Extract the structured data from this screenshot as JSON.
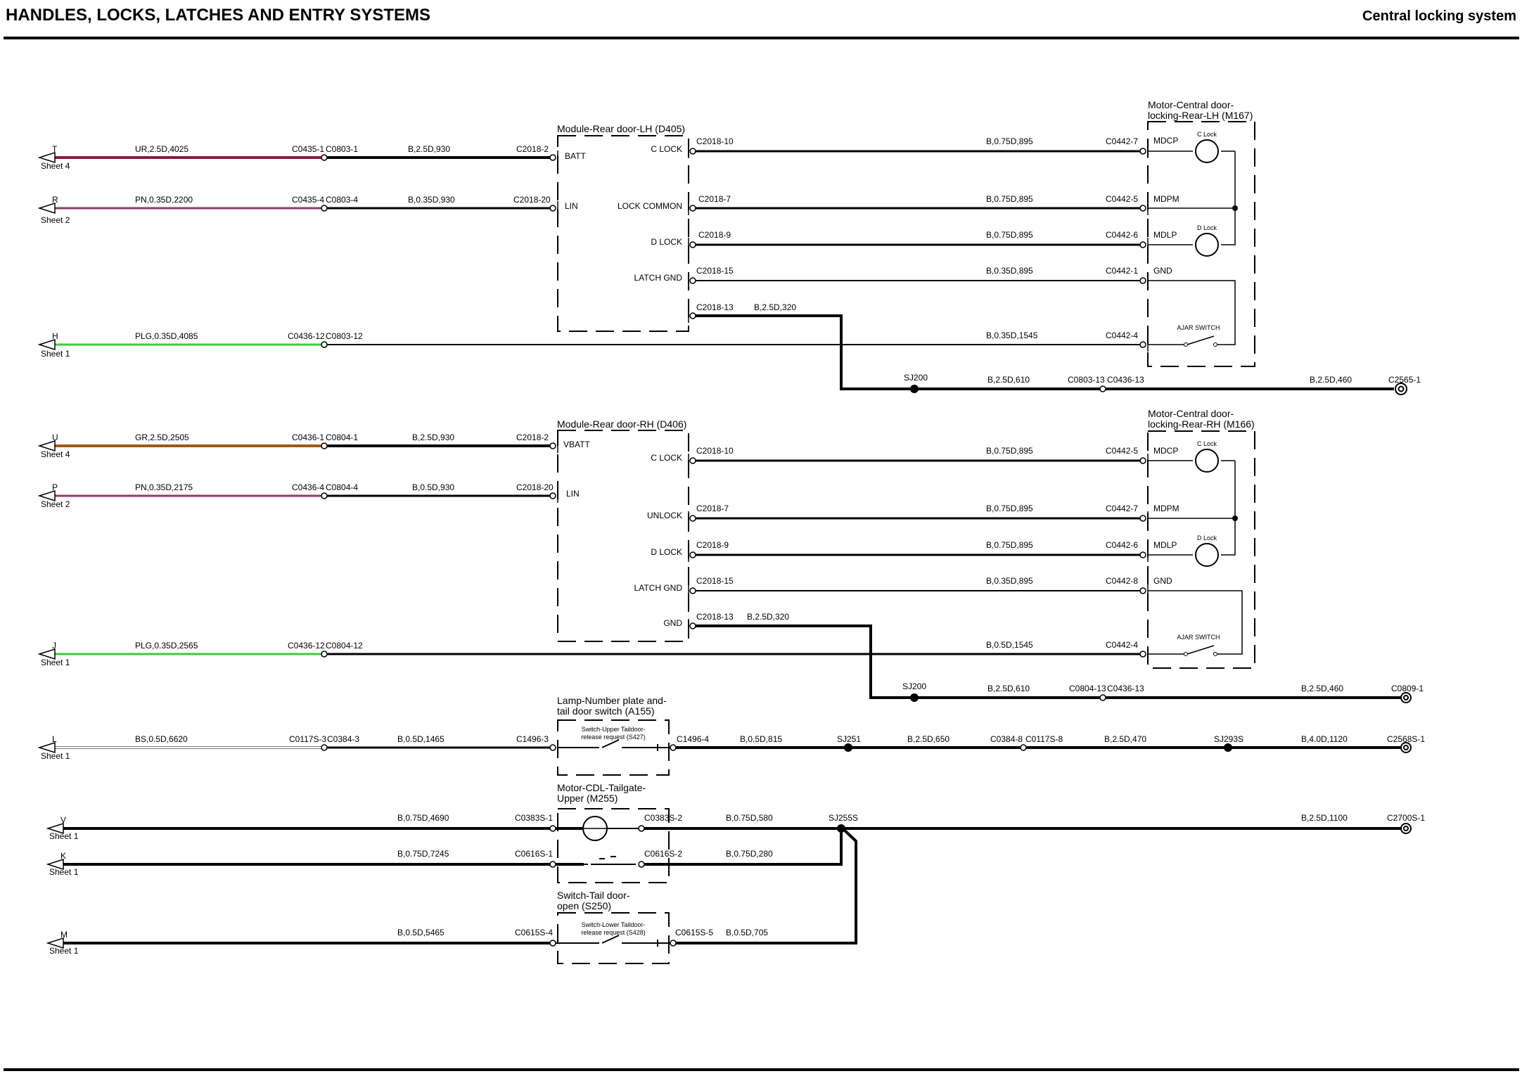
{
  "header": {
    "section_title": "HANDLES, LOCKS, LATCHES AND ENTRY SYSTEMS",
    "page_title": "Central locking system"
  },
  "colors": {
    "wire_UR": "#8b1a3c",
    "wire_PN": "#8e3a6e",
    "wire_PLG": "#3fc93f",
    "wire_GR": "#9a5a1a",
    "wire_B": "#000000"
  },
  "components": [
    {
      "id": "D405",
      "title_lines": [
        "Module-Rear door-LH (D405)"
      ],
      "pins": [
        "C LOCK",
        "LOCK COMMON",
        "D LOCK",
        "LATCH GND",
        "BATT",
        "LIN"
      ]
    },
    {
      "id": "M167",
      "title_lines": [
        "Motor-Central door-",
        "locking-Rear-LH (M167)"
      ],
      "pins": [
        "MDCP",
        "MDPM",
        "MDLP",
        "GND",
        "C Lock",
        "D Lock",
        "AJAR SWITCH"
      ]
    },
    {
      "id": "D406",
      "title_lines": [
        "Module-Rear door-RH (D406)"
      ],
      "pins": [
        "C LOCK",
        "UNLOCK",
        "D LOCK",
        "LATCH GND",
        "GND",
        "VBATT",
        "LIN"
      ]
    },
    {
      "id": "M166",
      "title_lines": [
        "Motor-Central door-",
        "locking-Rear-RH (M166)"
      ],
      "pins": [
        "MDCP",
        "MDPM",
        "MDLP",
        "GND",
        "C Lock",
        "D Lock",
        "AJAR SWITCH"
      ]
    },
    {
      "id": "A155",
      "title_lines": [
        "Lamp-Number plate and-",
        "tail door switch (A155)"
      ],
      "inner_lines": [
        "Switch-Upper Taildoor-",
        "release request (S427)"
      ]
    },
    {
      "id": "M255",
      "title_lines": [
        "Motor-CDL-Tailgate-",
        "Upper (M255)"
      ]
    },
    {
      "id": "S250",
      "title_lines": [
        "Switch-Tail door-",
        "open (S250)"
      ],
      "inner_lines": [
        "Switch-Lower Taildoor-",
        "release request (S428)"
      ]
    }
  ],
  "offsheet": [
    {
      "letter": "T",
      "sheet": "Sheet 4"
    },
    {
      "letter": "R",
      "sheet": "Sheet 2"
    },
    {
      "letter": "H",
      "sheet": "Sheet 1"
    },
    {
      "letter": "U",
      "sheet": "Sheet 4"
    },
    {
      "letter": "P",
      "sheet": "Sheet 2"
    },
    {
      "letter": "J",
      "sheet": "Sheet 1"
    },
    {
      "letter": "L",
      "sheet": "Sheet 1"
    },
    {
      "letter": "V",
      "sheet": "Sheet 1"
    },
    {
      "letter": "K",
      "sheet": "Sheet 1"
    },
    {
      "letter": "M",
      "sheet": "Sheet 1"
    }
  ],
  "wire_labels": [
    "UR,2.5D,4025",
    "PN,0.35D,2200",
    "PLG,0.35D,4085",
    "GR,2.5D,2505",
    "PN,0.35D,2175",
    "PLG,0.35D,2565",
    "BS,0.5D,6620",
    "B,2.5D,930",
    "B,0.35D,930",
    "B,2.5D,930",
    "B,0.5D,930",
    "B,0.5D,1465",
    "B,0.75D,895",
    "B,0.75D,895",
    "B,0.75D,895",
    "B,0.35D,895",
    "B,0.35D,1545",
    "B,0.75D,895",
    "B,0.75D,895",
    "B,0.75D,895",
    "B,0.35D,895",
    "B,0.5D,1545",
    "B,2.5D,320",
    "B,2.5D,320",
    "B,2.5D,610",
    "B,2.5D,460",
    "B,2.5D,610",
    "B,2.5D,460",
    "B,0.5D,815",
    "B,2.5D,650",
    "B,2.5D,470",
    "B,4.0D,1120",
    "B,0.75D,4690",
    "B,0.75D,580",
    "B,2.5D,1100",
    "B,0.75D,7245",
    "B,0.75D,280",
    "B,0.5D,5465",
    "B,0.5D,705"
  ],
  "connectors": [
    "C0435-1",
    "C0803-1",
    "C0435-4",
    "C0803-4",
    "C0436-12",
    "C0803-12",
    "C0436-1",
    "C0804-1",
    "C0436-4",
    "C0804-4",
    "C0436-12",
    "C0804-12",
    "C0117S-3",
    "C0384-3",
    "C2018-2",
    "C2018-20",
    "C2018-2",
    "C2018-20",
    "C2018-10",
    "C2018-7",
    "C2018-9",
    "C2018-15",
    "C2018-13",
    "C2018-10",
    "C2018-7",
    "C2018-9",
    "C2018-15",
    "C2018-13",
    "C0442-7",
    "C0442-5",
    "C0442-6",
    "C0442-1",
    "C0442-4",
    "C0442-5",
    "C0442-7",
    "C0442-6",
    "C0442-8",
    "C0442-4",
    "C0803-13",
    "C0436-13",
    "C2565-1",
    "C0804-13",
    "C0436-13",
    "C0809-1",
    "C1496-3",
    "C1496-4",
    "C0384-8",
    "C0117S-8",
    "C2568S-1",
    "C0383S-1",
    "C0383S-2",
    "C2700S-1",
    "C0616S-1",
    "C0616S-2",
    "C0615S-4",
    "C0615S-5"
  ],
  "splices": [
    "SJ200",
    "SJ200",
    "SJ251",
    "SJ293S",
    "SJ255S"
  ]
}
